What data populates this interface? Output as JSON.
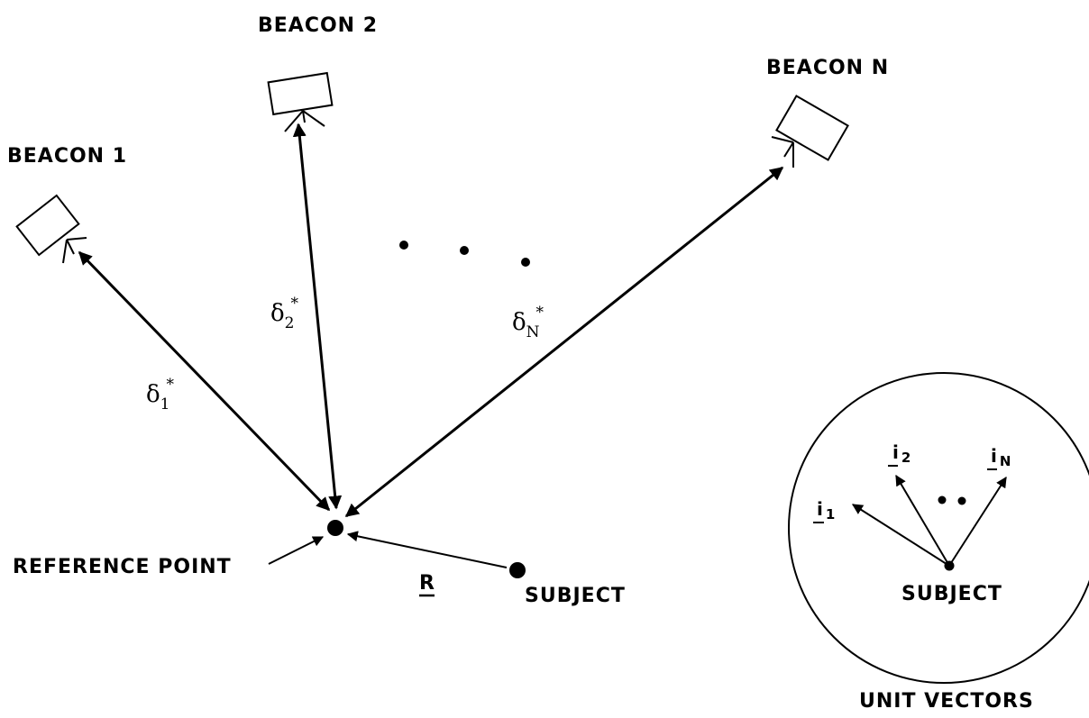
{
  "labels": {
    "beacon_1": "BEACON 1",
    "beacon_2": "BEACON 2",
    "beacon_n": "BEACON  N",
    "reference_point": "REFERENCE POINT",
    "subject": "SUBJECT",
    "inset_subject": "SUBJECT",
    "unit_vectors": "UNIT VECTORS",
    "r_vector": "R"
  },
  "distances": [
    {
      "symbol": "δ",
      "sub": "1",
      "sup": "*"
    },
    {
      "symbol": "δ",
      "sub": "2",
      "sup": "*"
    },
    {
      "symbol": "δ",
      "sub": "N",
      "sup": "*"
    }
  ],
  "unit_vectors": [
    {
      "symbol": "i",
      "sub": "1"
    },
    {
      "symbol": "i",
      "sub": "2"
    },
    {
      "symbol": "i",
      "sub": "N"
    }
  ]
}
